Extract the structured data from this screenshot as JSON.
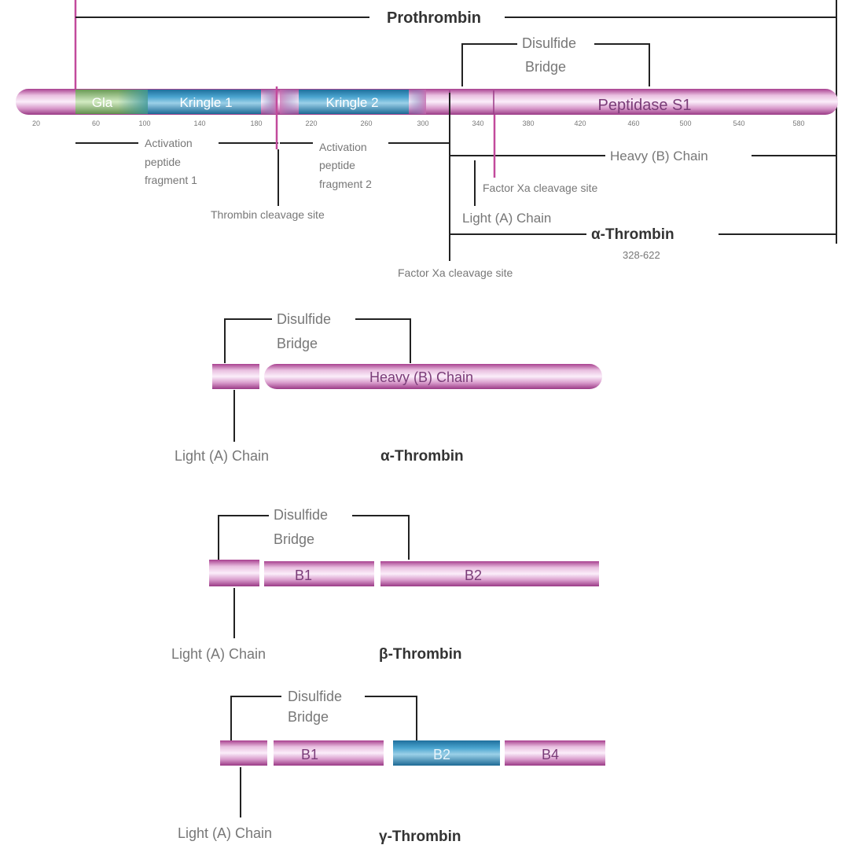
{
  "prothrombin": {
    "title": "Prothrombin",
    "disulfide_line1": "Disulfide",
    "disulfide_line2": "Bridge",
    "segments": {
      "gla": "Gla",
      "kringle1": "Kringle 1",
      "kringle2": "Kringle 2",
      "peptidase": "Peptidase S1"
    },
    "ticks": [
      "20",
      "60",
      "100",
      "140",
      "180",
      "220",
      "260",
      "300",
      "340",
      "380",
      "420",
      "460",
      "500",
      "540",
      "580"
    ],
    "activation1": [
      "Activation",
      "peptide",
      "fragment 1"
    ],
    "activation2": [
      "Activation",
      "peptide",
      "fragment 2"
    ],
    "thrombin_cleavage": "Thrombin cleavage site",
    "heavy_chain": "Heavy (B) Chain",
    "factor_xa_1": "Factor Xa cleavage site",
    "light_chain": "Light (A) Chain",
    "alpha_thrombin": "α-Thrombin",
    "alpha_range": "328-622",
    "factor_xa_2": "Factor Xa cleavage site"
  },
  "alpha": {
    "disulfide_line1": "Disulfide",
    "disulfide_line2": "Bridge",
    "heavy": "Heavy (B) Chain",
    "light": "Light (A) Chain",
    "title": "α-Thrombin"
  },
  "beta": {
    "disulfide_line1": "Disulfide",
    "disulfide_line2": "Bridge",
    "b1": "B1",
    "b2": "B2",
    "light": "Light (A) Chain",
    "title": "β-Thrombin"
  },
  "gamma": {
    "disulfide_line1": "Disulfide",
    "disulfide_line2": "Bridge",
    "b1": "B1",
    "b2": "B2",
    "b4": "B4",
    "light": "Light (A) Chain",
    "title": "γ-Thrombin"
  },
  "colors": {
    "magenta": "#b04a9e",
    "cyan": "#2e8fbf",
    "green": "#8bb56a"
  }
}
